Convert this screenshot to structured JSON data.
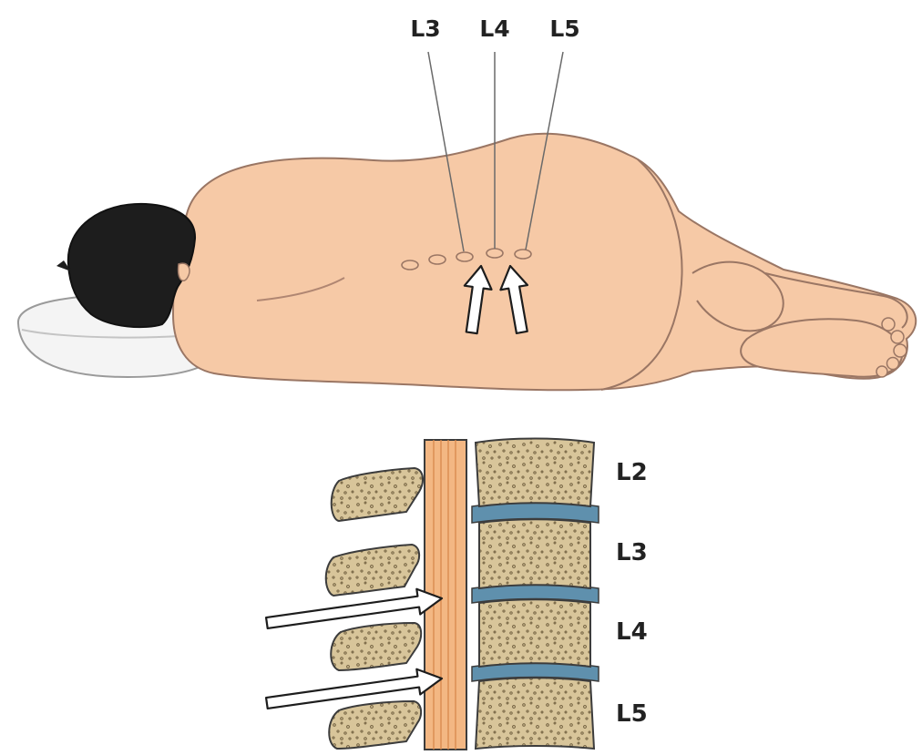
{
  "top_labels": {
    "l3": "L3",
    "l4": "L4",
    "l5": "L5"
  },
  "spine_labels": {
    "l2": "L2",
    "l3": "L3",
    "l4": "L4",
    "l5": "L5"
  },
  "colors": {
    "skin": "#f6c9a6",
    "skin_outline": "#9a7664",
    "hair": "#1d1d1d",
    "pillow": "#f4f4f4",
    "bone_fill": "#d8c59a",
    "bone_outline": "#3c3c3c",
    "disc": "#5f90ad",
    "spinal_cord": "#f3b783"
  },
  "icons": {
    "arrow": "hollow-arrow-icon"
  }
}
